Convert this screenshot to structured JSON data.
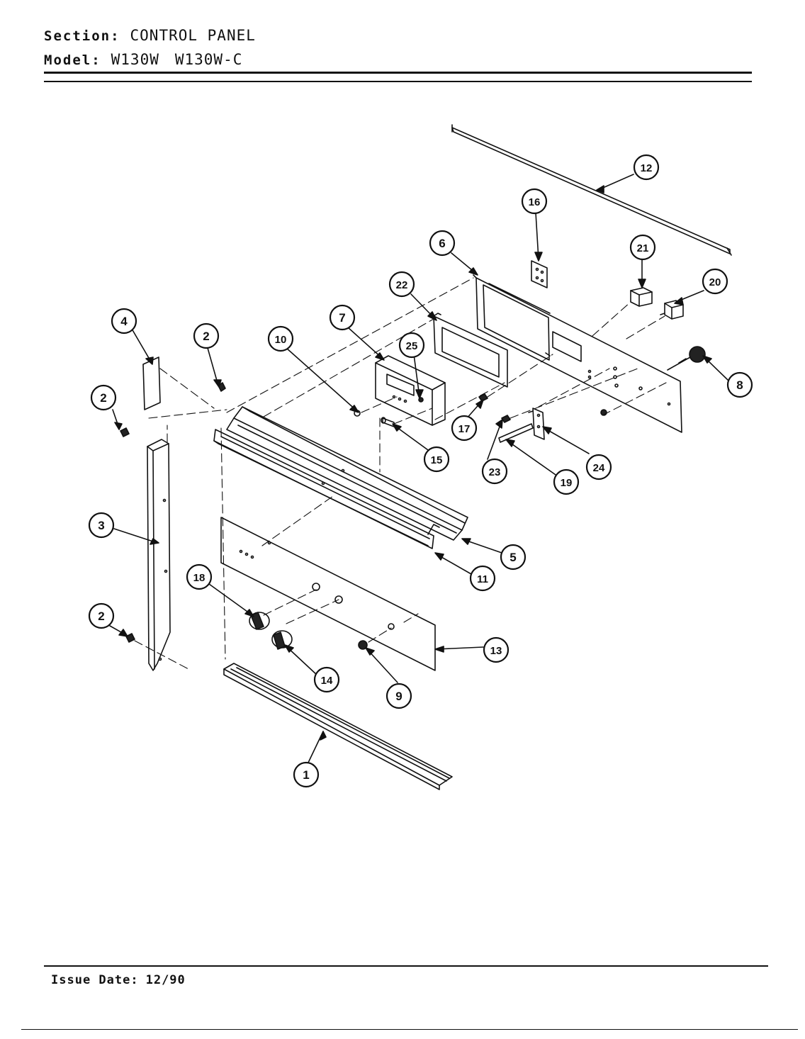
{
  "header": {
    "section_label": "Section:",
    "section_value": "CONTROL PANEL",
    "model_label": "Model:",
    "model_values": [
      "W130W",
      "W130W-C"
    ]
  },
  "callouts": [
    {
      "id": "c1",
      "label": "1"
    },
    {
      "id": "c2a",
      "label": "2"
    },
    {
      "id": "c2b",
      "label": "2"
    },
    {
      "id": "c2c",
      "label": "2"
    },
    {
      "id": "c3",
      "label": "3"
    },
    {
      "id": "c4",
      "label": "4"
    },
    {
      "id": "c5",
      "label": "5"
    },
    {
      "id": "c6",
      "label": "6"
    },
    {
      "id": "c7",
      "label": "7"
    },
    {
      "id": "c8",
      "label": "8"
    },
    {
      "id": "c9",
      "label": "9"
    },
    {
      "id": "c10",
      "label": "10"
    },
    {
      "id": "c11",
      "label": "11"
    },
    {
      "id": "c12",
      "label": "12"
    },
    {
      "id": "c13",
      "label": "13"
    },
    {
      "id": "c14",
      "label": "14"
    },
    {
      "id": "c15",
      "label": "15"
    },
    {
      "id": "c16",
      "label": "16"
    },
    {
      "id": "c17",
      "label": "17"
    },
    {
      "id": "c18",
      "label": "18"
    },
    {
      "id": "c19",
      "label": "19"
    },
    {
      "id": "c20",
      "label": "20"
    },
    {
      "id": "c21",
      "label": "21"
    },
    {
      "id": "c22",
      "label": "22"
    },
    {
      "id": "c23",
      "label": "23"
    },
    {
      "id": "c24",
      "label": "24"
    },
    {
      "id": "c25",
      "label": "25"
    }
  ],
  "footer": {
    "issue_label": "Issue Date:",
    "issue_value": "12/90"
  }
}
